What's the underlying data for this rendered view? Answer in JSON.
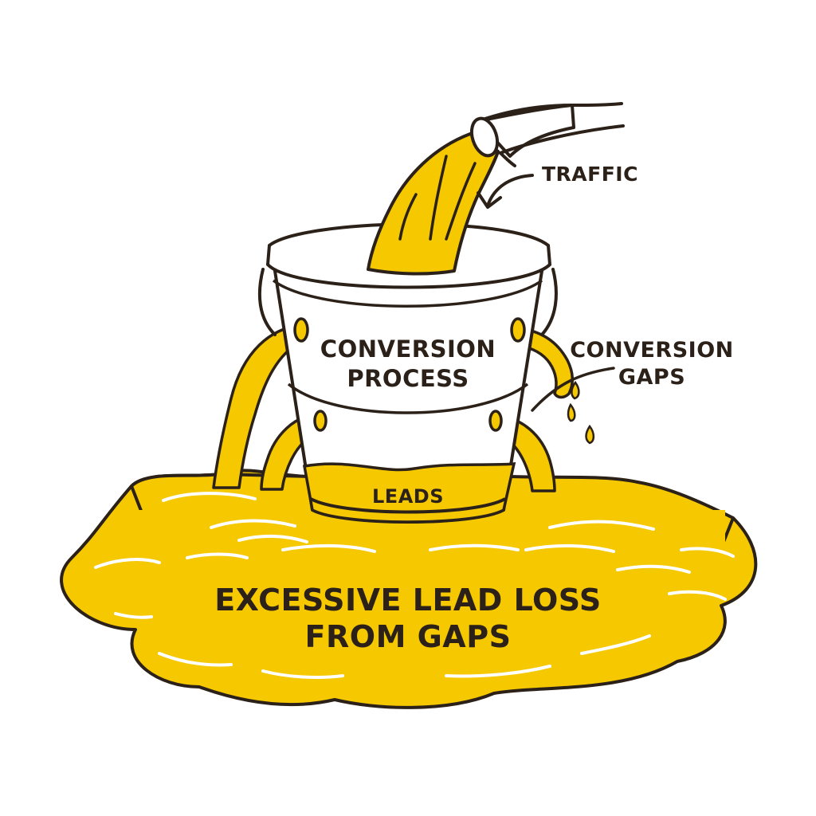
{
  "labels": {
    "traffic": "TRAFFIC",
    "process_line1": "CONVERSION",
    "process_line2": "PROCESS",
    "gaps_line1": "CONVERSION",
    "gaps_line2": "GAPS",
    "leads": "LEADS",
    "loss_line1": "EXCESSIVE LEAD LOSS",
    "loss_line2": "FROM GAPS"
  },
  "colors": {
    "liquid": "#f5c800",
    "outline": "#2b2118",
    "bucket": "#ffffff"
  },
  "icons": {
    "hose": "hose-pipe",
    "bucket": "bucket",
    "puddle": "puddle",
    "arrow": "curved-arrow"
  }
}
